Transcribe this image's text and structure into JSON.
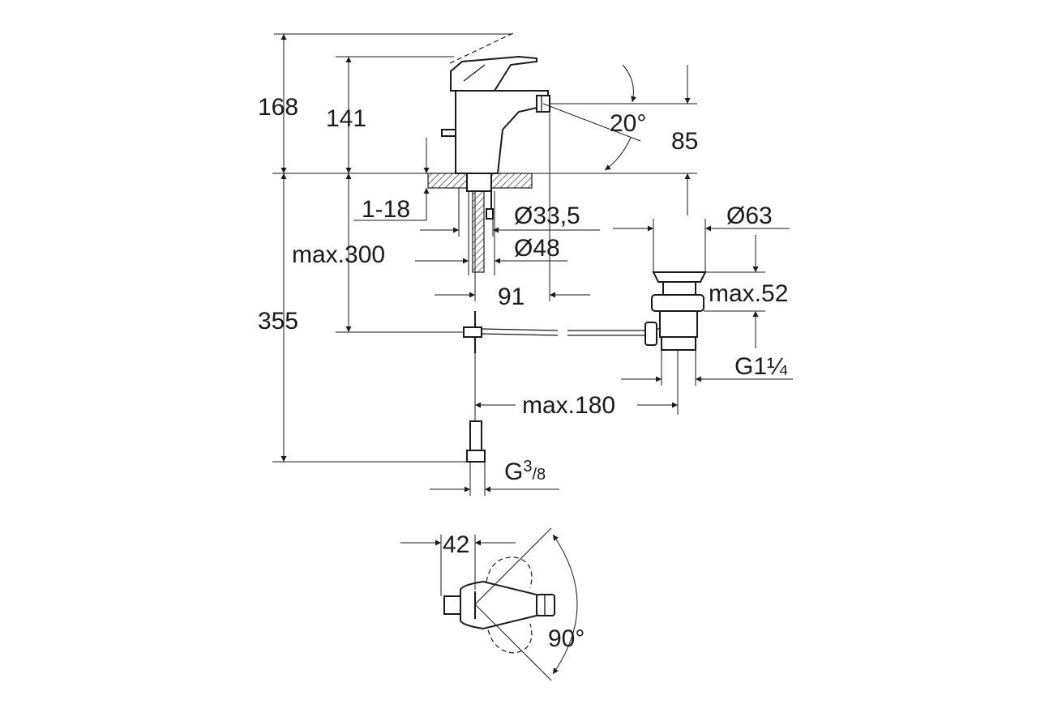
{
  "labels": {
    "h168": "168",
    "h141": "141",
    "angle20": "20°",
    "h85": "85",
    "d118": "1-18",
    "d33": "Ø33,5",
    "d63": "Ø63",
    "max300": "max.300",
    "d48": "Ø48",
    "max52": "max.52",
    "w91": "91",
    "h355": "355",
    "g114": "G1¼",
    "max180": "max.180",
    "g38_base": "G",
    "g38_num": "3",
    "g38_den": "/8",
    "w42": "42",
    "angle90": "90°"
  }
}
